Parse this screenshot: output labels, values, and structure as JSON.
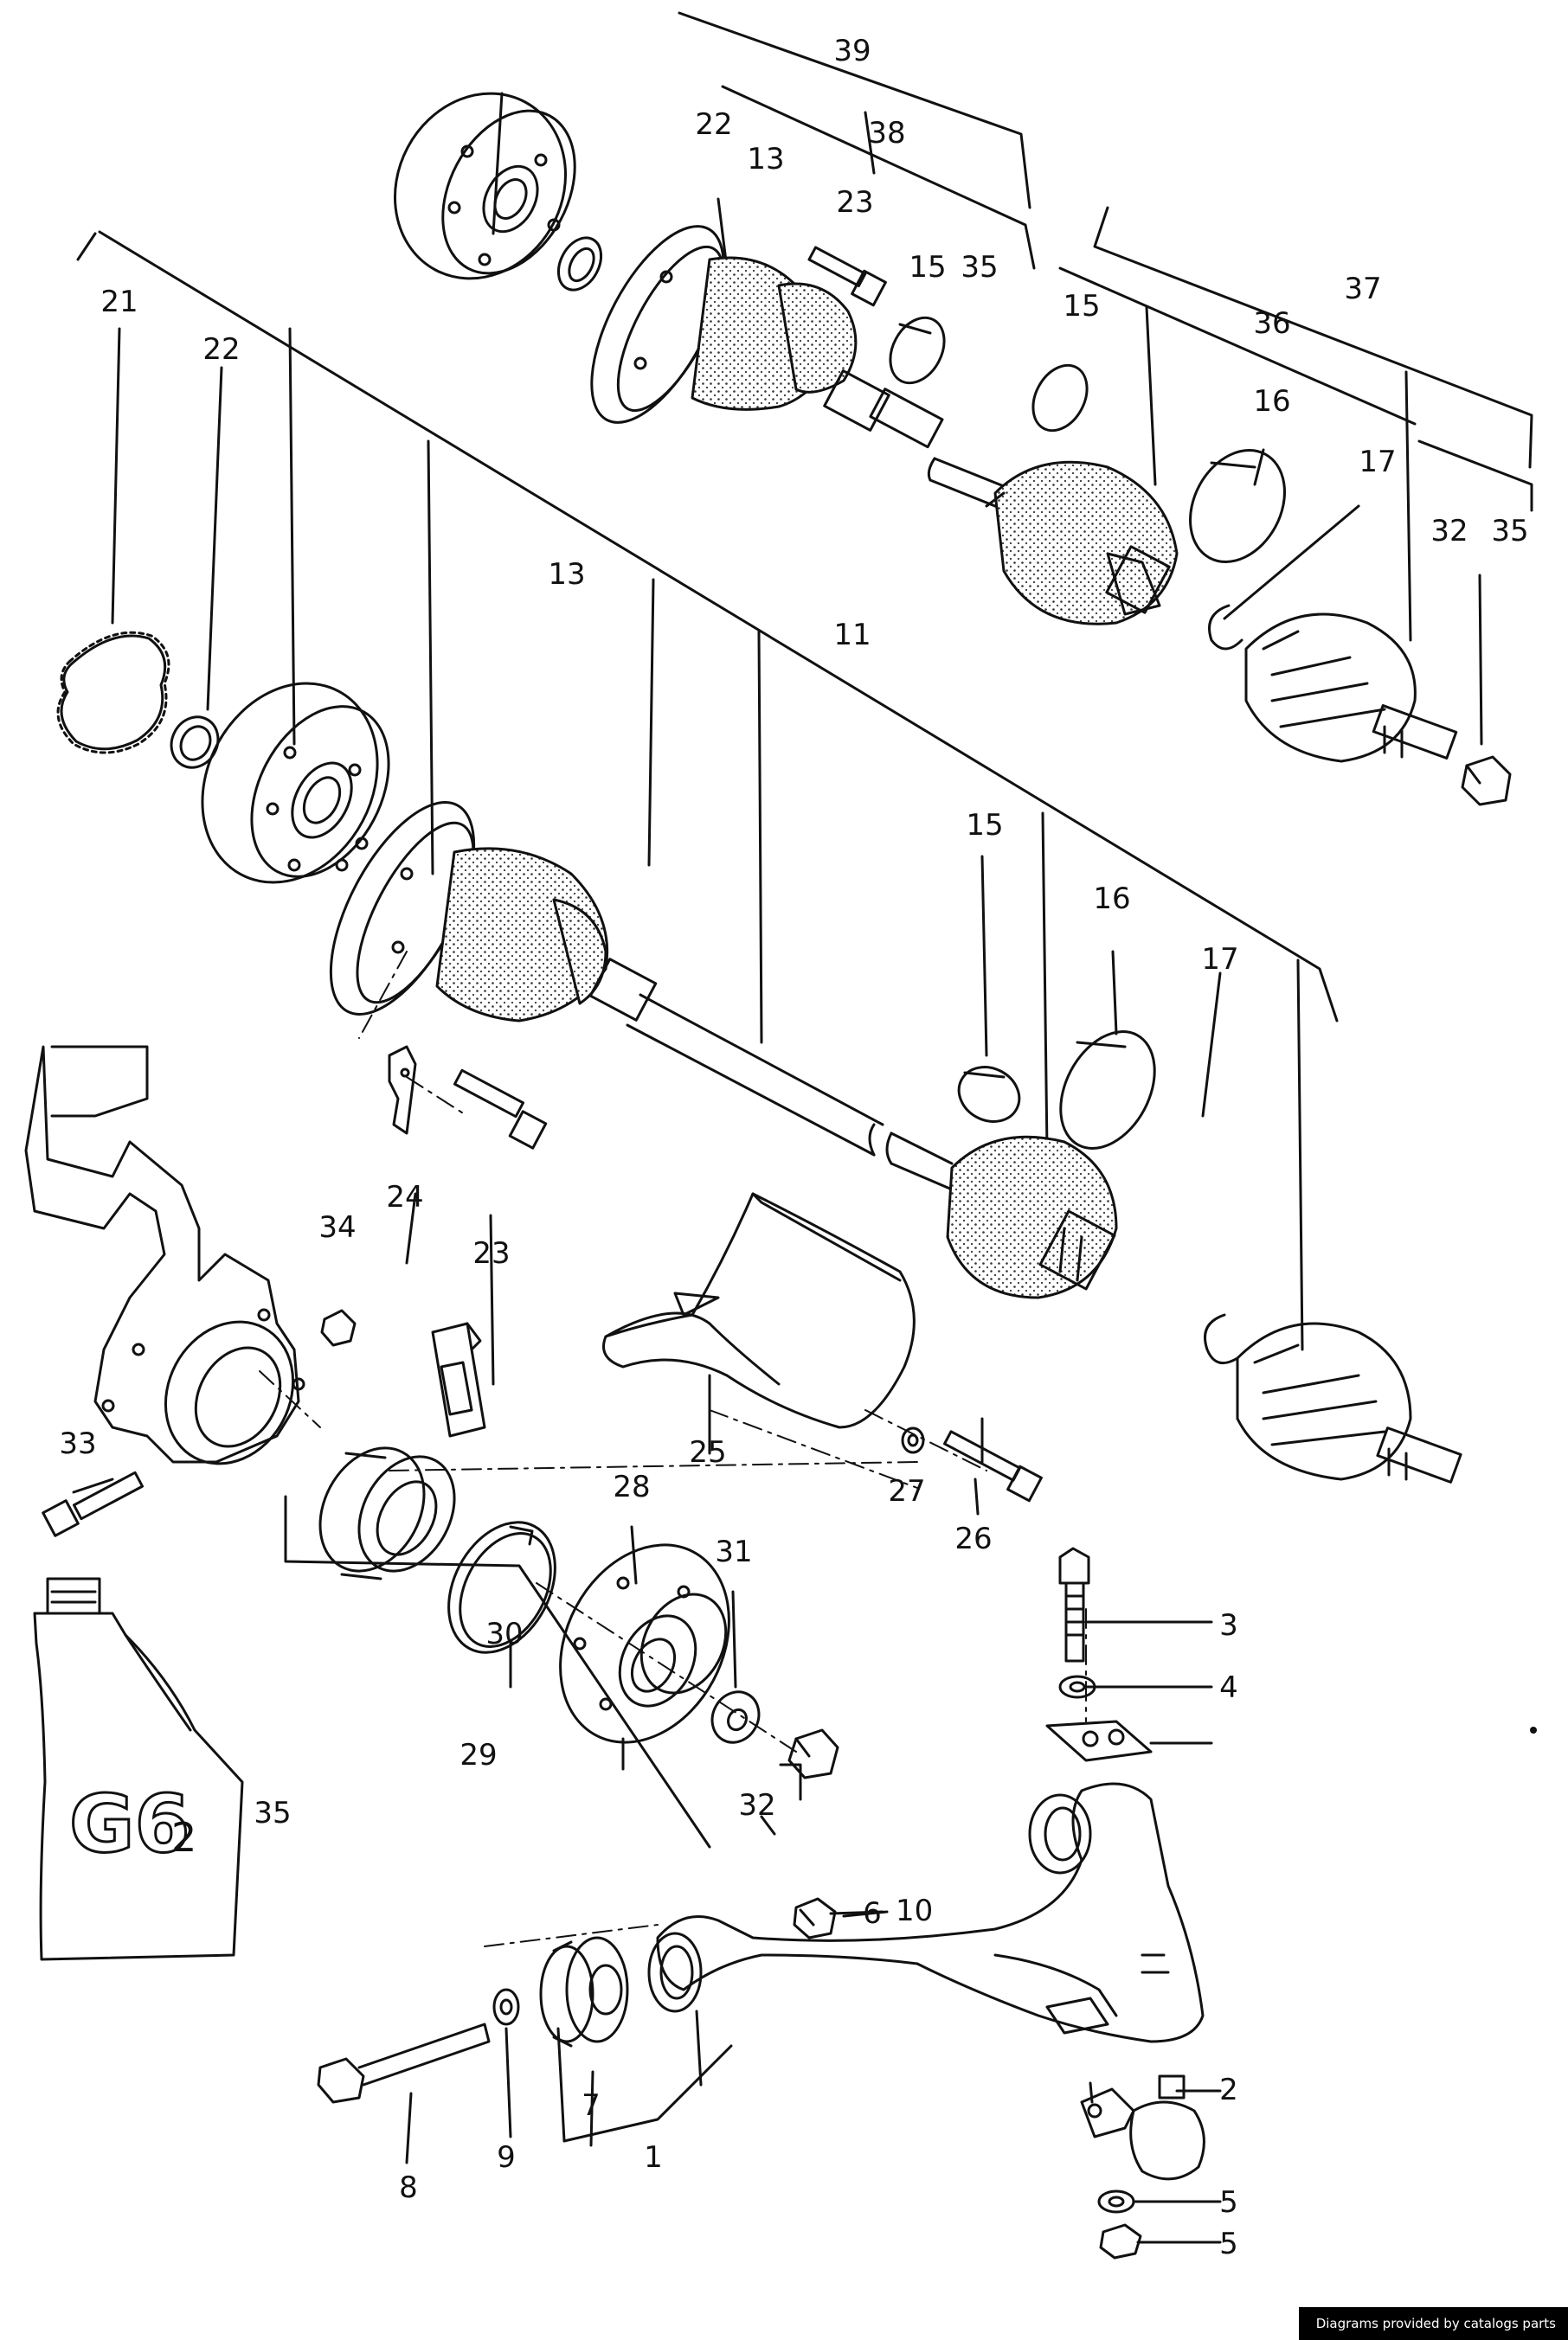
{
  "callouts": [
    "1",
    "2",
    "3",
    "4",
    "5",
    "5",
    "6",
    "7",
    "8",
    "9",
    "10",
    "11",
    "13",
    "13",
    "15",
    "15",
    "15",
    "16",
    "16",
    "17",
    "17",
    "21",
    "22",
    "22",
    "23",
    "23",
    "24",
    "25",
    "26",
    "27",
    "28",
    "29",
    "30",
    "31",
    "32",
    "32",
    "33",
    "34",
    "35",
    "35",
    "35",
    "36",
    "37",
    "38",
    "39"
  ],
  "tube_label": {
    "main": "G6",
    "sub": "2"
  },
  "credit": "Diagrams provided by catalogs parts"
}
